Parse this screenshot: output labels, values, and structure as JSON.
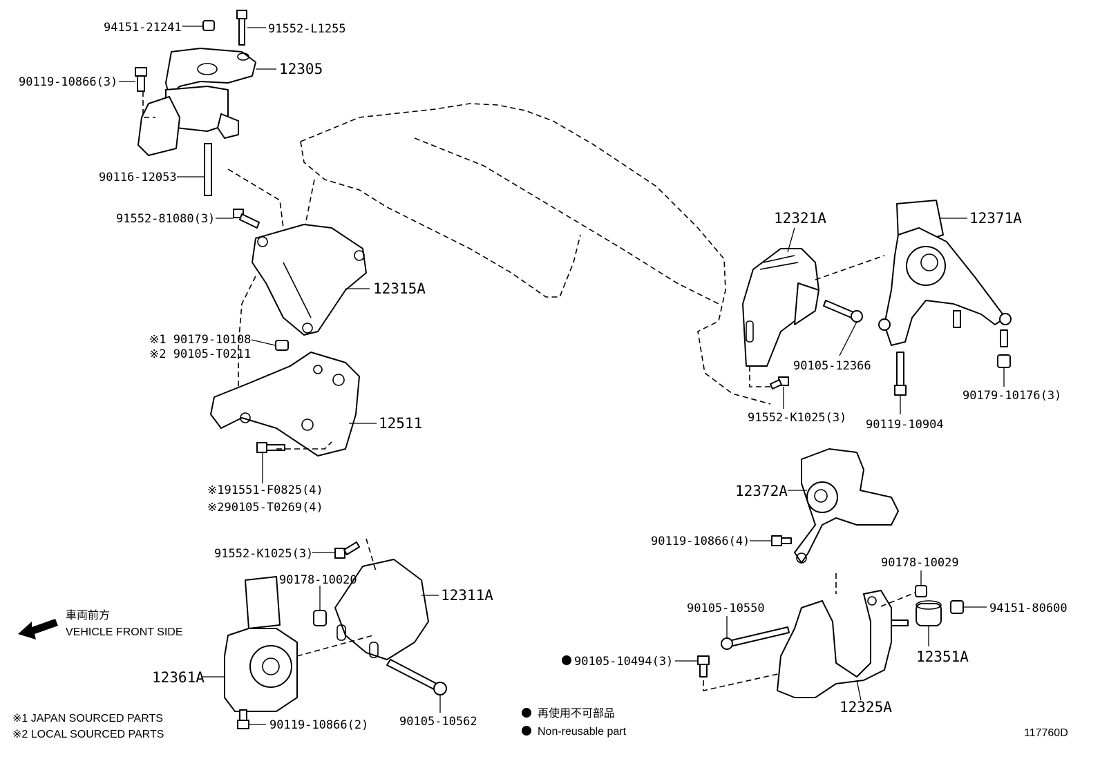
{
  "labels": {
    "p94151_21241": "94151-21241",
    "p91552_L1255": "91552-L1255",
    "p12305": "12305",
    "p90119_10866_3": "90119-10866(3)",
    "p90116_12053": "90116-12053",
    "p91552_81080_3": "91552-81080(3)",
    "p12315A": "12315A",
    "p90179_10108": "※1 90179-10108",
    "p90105_T0211": "※2 90105-T0211",
    "p12511": "12511",
    "p91551_F0825": "※191551-F0825(4)",
    "p90105_T0269": "※290105-T0269(4)",
    "p91552_K1025_left": "91552-K1025(3)",
    "p90178_10020": "90178-10020",
    "p12311A": "12311A",
    "p12361A": "12361A",
    "p90119_10866_2": "90119-10866(2)",
    "p90105_10562": "90105-10562",
    "p12321A": "12321A",
    "p12371A": "12371A",
    "p90105_12366": "90105-12366",
    "p91552_K1025_right": "91552-K1025(3)",
    "p90119_10904": "90119-10904",
    "p90179_10176": "90179-10176(3)",
    "p12372A": "12372A",
    "p90119_10866_4": "90119-10866(4)",
    "p90178_10029": "90178-10029",
    "p90105_10550": "90105-10550",
    "p94151_80600": "94151-80600",
    "p90105_10494": "90105-10494(3)",
    "p12351A": "12351A",
    "p12325A": "12325A"
  },
  "direction": {
    "jp": "車両前方",
    "en": "VEHICLE FRONT SIDE"
  },
  "footnotes": {
    "japan": "※1 JAPAN SOURCED PARTS",
    "local": "※2 LOCAL SOURCED PARTS"
  },
  "legend": {
    "jp": "再使用不可部品",
    "en": "Non-reusable part"
  },
  "figure_id": "117760D"
}
